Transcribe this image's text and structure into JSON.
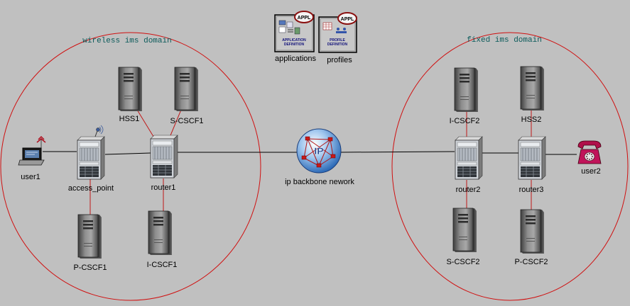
{
  "domains": {
    "wireless": "wireless ims domain",
    "fixed": "fixed ims domain"
  },
  "config": {
    "applications": {
      "label": "applications",
      "badge": "APPL",
      "caption": [
        "APPLICATION",
        "DEFINITION"
      ]
    },
    "profiles": {
      "label": "profiles",
      "badge": "APPL",
      "caption": [
        "PROFILE",
        "DEFINITION"
      ]
    }
  },
  "nodes": {
    "user1": "user1",
    "access_point": "access_point",
    "router1": "router1",
    "hss1": "HSS1",
    "scscf1": "S-CSCF1",
    "pcscf1": "P-CSCF1",
    "icscf1": "I-CSCF1",
    "ip_backbone": "ip backbone nework",
    "ip_badge": "IP",
    "icscf2": "I-CSCF2",
    "hss2": "HSS2",
    "router2": "router2",
    "router3": "router3",
    "user2": "user2",
    "scscf2": "S-CSCF2",
    "pcscf2": "P-CSCF2"
  },
  "colors": {
    "background": "#c0c0c0",
    "domain_circle": "#d01010",
    "domain_label": "#0a5a5a",
    "link": "#000000",
    "link_red": "#c01818",
    "phone": "#b0104a"
  }
}
